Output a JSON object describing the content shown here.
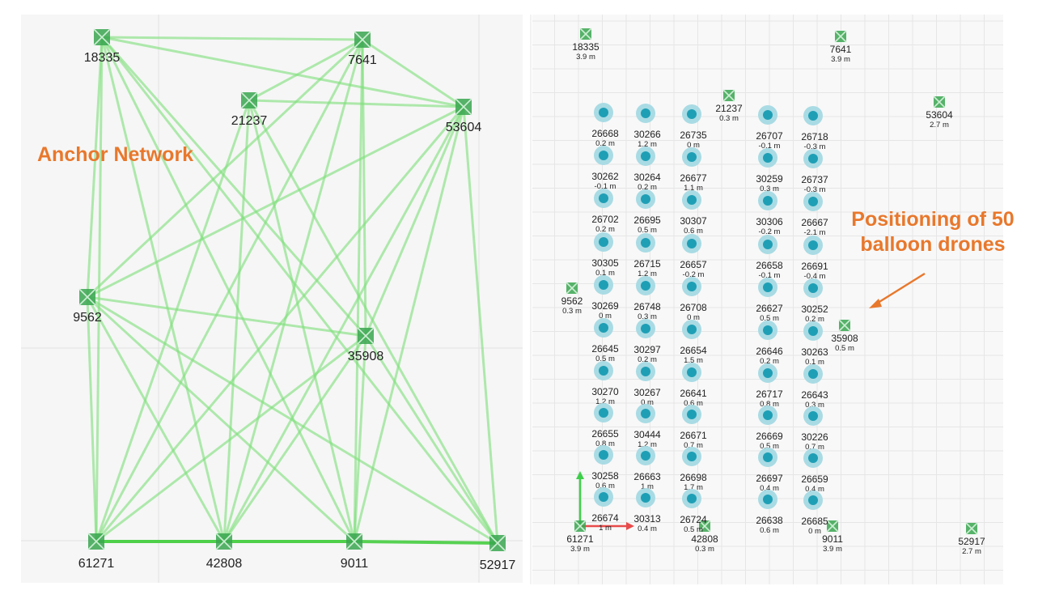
{
  "left_panel": {
    "title": "Anchor Network",
    "anchors": [
      {
        "id": "18335"
      },
      {
        "id": "7641"
      },
      {
        "id": "21237"
      },
      {
        "id": "53604"
      },
      {
        "id": "9562"
      },
      {
        "id": "35908"
      },
      {
        "id": "61271"
      },
      {
        "id": "42808"
      },
      {
        "id": "9011"
      },
      {
        "id": "52917"
      }
    ],
    "links": [
      [
        "18335",
        "7641"
      ],
      [
        "18335",
        "53604"
      ],
      [
        "18335",
        "9562"
      ],
      [
        "18335",
        "35908"
      ],
      [
        "18335",
        "42808"
      ],
      [
        "18335",
        "61271"
      ],
      [
        "18335",
        "9011"
      ],
      [
        "18335",
        "52917"
      ],
      [
        "7641",
        "21237"
      ],
      [
        "7641",
        "9562"
      ],
      [
        "7641",
        "35908"
      ],
      [
        "7641",
        "61271"
      ],
      [
        "7641",
        "42808"
      ],
      [
        "7641",
        "9011"
      ],
      [
        "7641",
        "53604"
      ],
      [
        "21237",
        "53604"
      ],
      [
        "21237",
        "61271"
      ],
      [
        "21237",
        "42808"
      ],
      [
        "21237",
        "9011"
      ],
      [
        "21237",
        "52917"
      ],
      [
        "53604",
        "9562"
      ],
      [
        "53604",
        "61271"
      ],
      [
        "53604",
        "42808"
      ],
      [
        "53604",
        "9011"
      ],
      [
        "53604",
        "52917"
      ],
      [
        "53604",
        "35908"
      ],
      [
        "9562",
        "35908"
      ],
      [
        "9562",
        "61271"
      ],
      [
        "9562",
        "42808"
      ],
      [
        "9562",
        "9011"
      ],
      [
        "9562",
        "52917"
      ],
      [
        "35908",
        "61271"
      ],
      [
        "35908",
        "42808"
      ],
      [
        "35908",
        "52917"
      ],
      [
        "35908",
        "9011"
      ],
      [
        "61271",
        "42808"
      ],
      [
        "42808",
        "9011"
      ],
      [
        "9011",
        "52917"
      ],
      [
        "61271",
        "9011"
      ]
    ],
    "colors": {
      "link": "#7ee07a",
      "link_strong": "#4fd04a",
      "anchor": "#3aa650"
    }
  },
  "right_panel": {
    "annotation": {
      "line1": "Positioning of 50",
      "line2": "balloon drones"
    },
    "anchors": [
      {
        "id": "18335",
        "height": "3.9 m"
      },
      {
        "id": "7641",
        "height": "3.9 m"
      },
      {
        "id": "21237",
        "height": "0.3 m"
      },
      {
        "id": "53604",
        "height": "2.7 m"
      },
      {
        "id": "9562",
        "height": "0.3 m"
      },
      {
        "id": "35908",
        "height": "0.5 m"
      },
      {
        "id": "61271",
        "height": "3.9 m"
      },
      {
        "id": "42808",
        "height": "0.3 m"
      },
      {
        "id": "9011",
        "height": "3.9 m"
      },
      {
        "id": "52917",
        "height": "2.7 m"
      }
    ],
    "drones": [
      {
        "id": "26668",
        "height": "0.2 m"
      },
      {
        "id": "30266",
        "height": "1.2 m"
      },
      {
        "id": "26735",
        "height": "0 m"
      },
      {
        "id": "26707",
        "height": "-0.1 m"
      },
      {
        "id": "26718",
        "height": "-0.3 m"
      },
      {
        "id": "30262",
        "height": "-0.1 m"
      },
      {
        "id": "30264",
        "height": "0.2 m"
      },
      {
        "id": "26677",
        "height": "1.1 m"
      },
      {
        "id": "30259",
        "height": "0.3 m"
      },
      {
        "id": "26737",
        "height": "-0.3 m"
      },
      {
        "id": "26702",
        "height": "0.2 m"
      },
      {
        "id": "26695",
        "height": "0.5 m"
      },
      {
        "id": "30307",
        "height": "0.6 m"
      },
      {
        "id": "30306",
        "height": "-0.2 m"
      },
      {
        "id": "26667",
        "height": "-2.1 m"
      },
      {
        "id": "30305",
        "height": "0.1 m"
      },
      {
        "id": "26715",
        "height": "1.2 m"
      },
      {
        "id": "26657",
        "height": "-0.2 m"
      },
      {
        "id": "26658",
        "height": "-0.1 m"
      },
      {
        "id": "26691",
        "height": "-0.4 m"
      },
      {
        "id": "30269",
        "height": "0 m"
      },
      {
        "id": "26748",
        "height": "0.3 m"
      },
      {
        "id": "26708",
        "height": "0 m"
      },
      {
        "id": "26627",
        "height": "0.5 m"
      },
      {
        "id": "30252",
        "height": "0.2 m"
      },
      {
        "id": "26645",
        "height": "0.5 m"
      },
      {
        "id": "30297",
        "height": "0.2 m"
      },
      {
        "id": "26654",
        "height": "1.5 m"
      },
      {
        "id": "26646",
        "height": "0.2 m"
      },
      {
        "id": "30263",
        "height": "0.1 m"
      },
      {
        "id": "30270",
        "height": "1.2 m"
      },
      {
        "id": "30267",
        "height": "0 m"
      },
      {
        "id": "26641",
        "height": "0.6 m"
      },
      {
        "id": "26717",
        "height": "0.8 m"
      },
      {
        "id": "26643",
        "height": "0.3 m"
      },
      {
        "id": "26655",
        "height": "0.8 m"
      },
      {
        "id": "30444",
        "height": "1.2 m"
      },
      {
        "id": "26671",
        "height": "0.7 m"
      },
      {
        "id": "26669",
        "height": "0.5 m"
      },
      {
        "id": "30226",
        "height": "0.7 m"
      },
      {
        "id": "30258",
        "height": "0.6 m"
      },
      {
        "id": "26663",
        "height": "1 m"
      },
      {
        "id": "26698",
        "height": "1.7 m"
      },
      {
        "id": "26697",
        "height": "0.4 m"
      },
      {
        "id": "26659",
        "height": "0.4 m"
      },
      {
        "id": "26674",
        "height": "1 m"
      },
      {
        "id": "30313",
        "height": "0.4 m"
      },
      {
        "id": "26724",
        "height": "0.5 m"
      },
      {
        "id": "26638",
        "height": "0.6 m"
      },
      {
        "id": "26685",
        "height": "0 m"
      }
    ],
    "colors": {
      "drone_outer": "#a9dbe4",
      "drone_inner": "#1f9fb5",
      "anchor": "#3aa650",
      "axis_y": "#3ecf4a",
      "axis_x": "#e84b4b",
      "arrow": "#e8782c"
    }
  }
}
